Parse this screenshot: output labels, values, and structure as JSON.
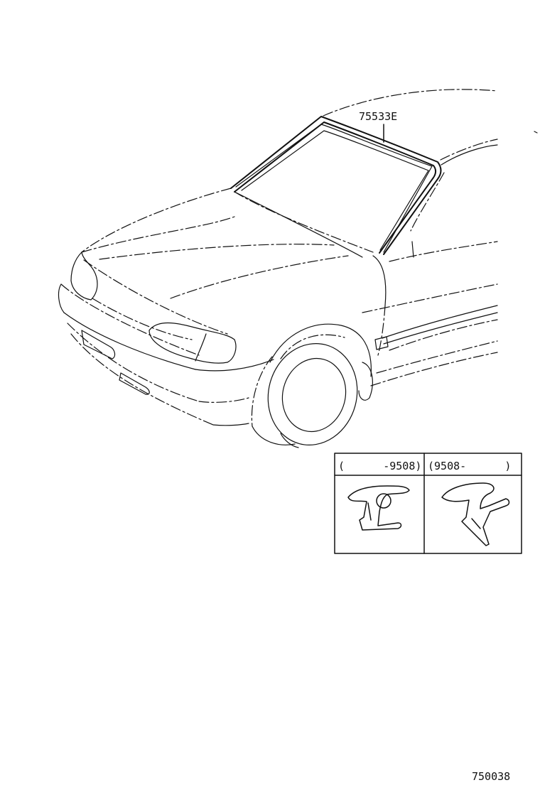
{
  "part_label": "75533E",
  "inset": {
    "left_caption": "(      -9508)",
    "right_caption": "(9508-      )"
  },
  "drawing_code": "750038"
}
